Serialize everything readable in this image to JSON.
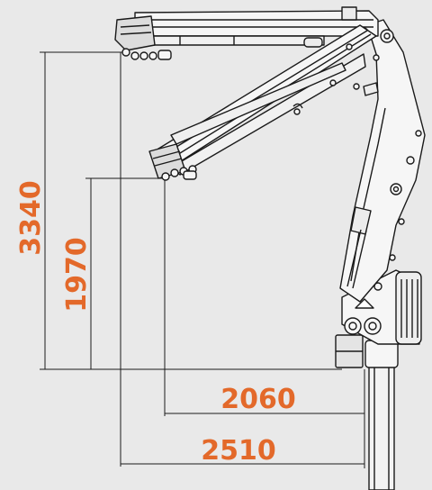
{
  "colors": {
    "background": "#e9e9e9",
    "line": "#1a1a1a",
    "dimension_text": "#e3692a",
    "crane_fill": "#f6f6f6"
  },
  "dimensions": {
    "height_max": "3340",
    "height_folded": "1970",
    "reach_folded": "2060",
    "reach_max": "2510"
  },
  "icons": [
    "crane-diagram"
  ]
}
